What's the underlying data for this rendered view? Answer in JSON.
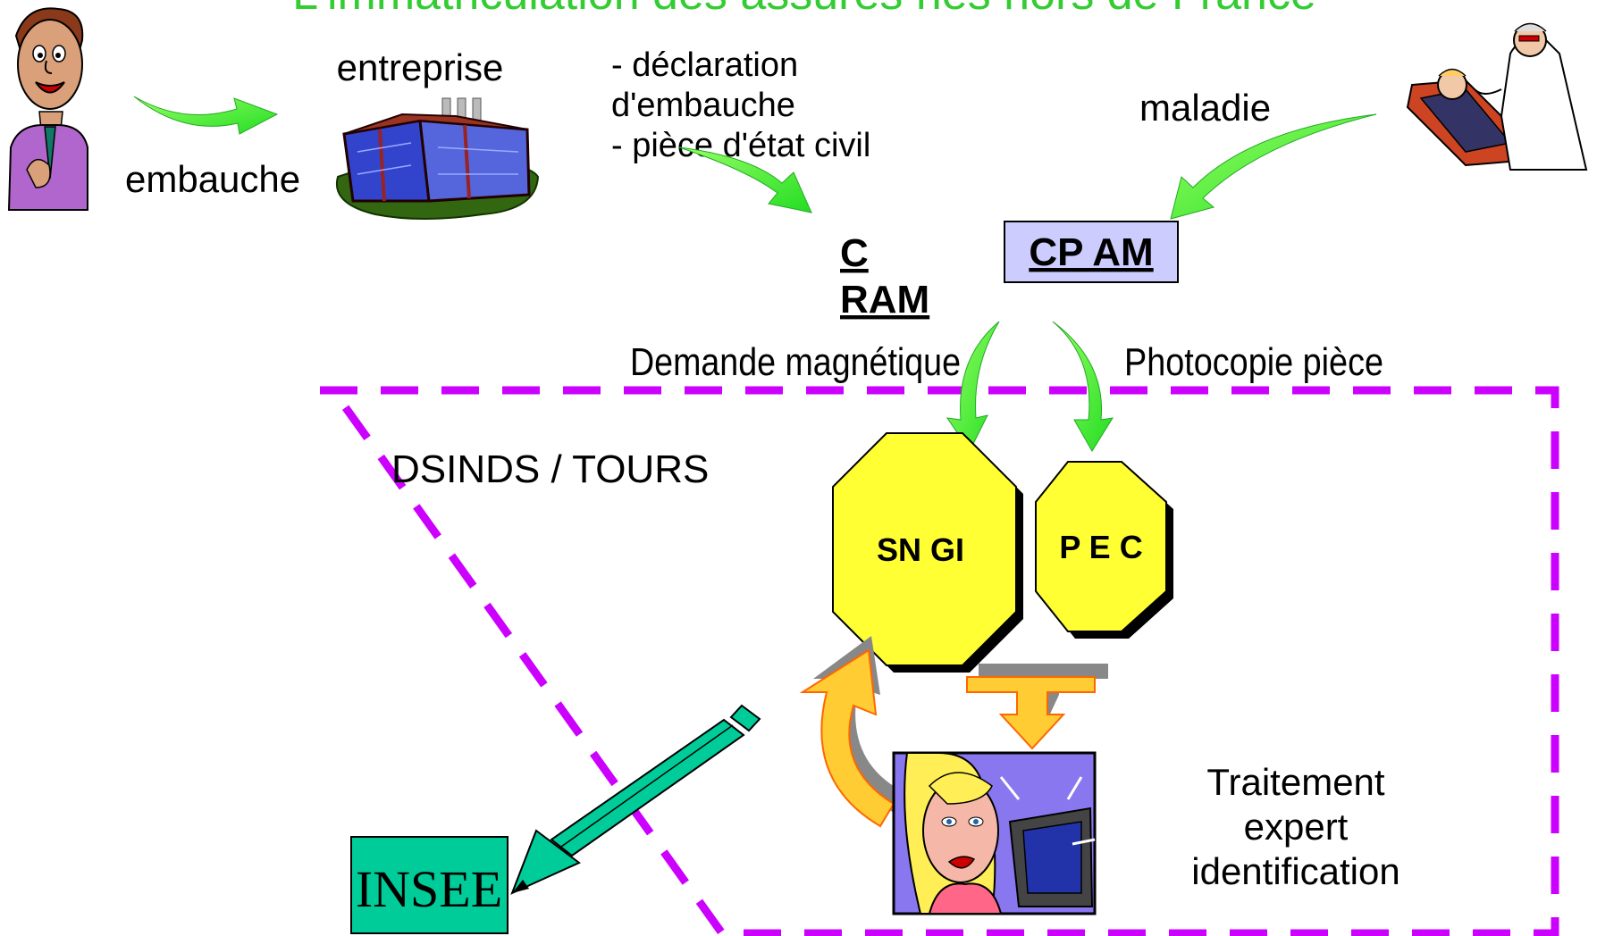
{
  "title": "L'immatriculation des assurés nés hors de France",
  "labels": {
    "entreprise": "entreprise",
    "embauche": "embauche",
    "declaration_line1": "- déclaration",
    "declaration_line2": "d'embauche",
    "declaration_line3": "- pièce d'état civil",
    "maladie": "maladie",
    "cram_c": "C",
    "cram_ram": "RAM",
    "cpam": "CP AM",
    "demande": "Demande magnétique",
    "photocopie": "Photocopie pièce",
    "dsinds": "DSINDS / TOURS",
    "sngi": "SN GI",
    "pec": "P E C",
    "traitement_line1": "Traitement",
    "traitement_line2": "expert",
    "traitement_line3": "identification",
    "insee": "INSEE"
  },
  "colors": {
    "title_green": "#33cc33",
    "arrow_green": "#33ff33",
    "dash_purple": "#cc00ff",
    "octagon_yellow": "#ffff33",
    "cpam_fill": "#ccccff",
    "insee_teal": "#00cc99",
    "arrow_orange": "#ffcc33"
  },
  "icons": [
    "man-icon",
    "factory-icon",
    "doctor-patient-icon",
    "woman-computer-icon",
    "pencil-arrow-icon"
  ]
}
